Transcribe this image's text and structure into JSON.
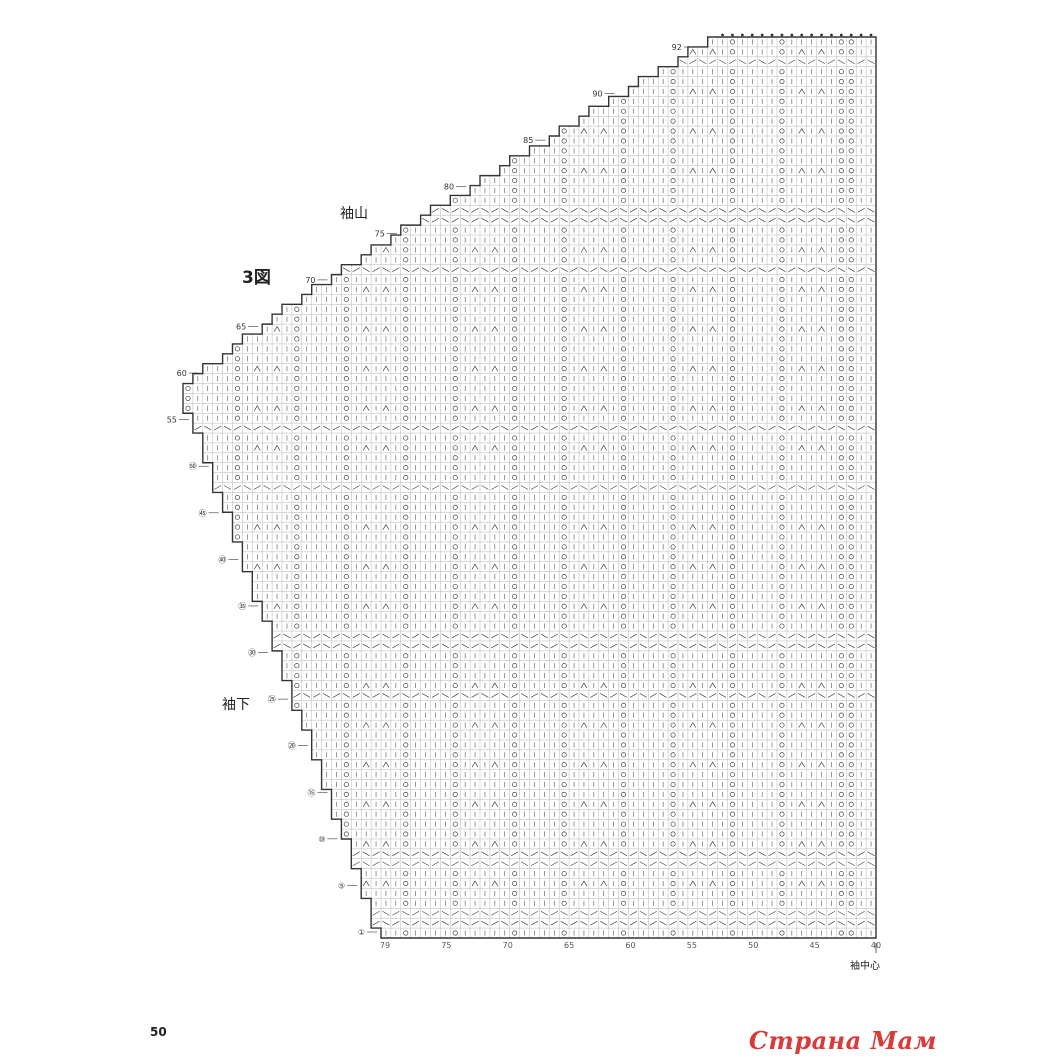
{
  "labels": {
    "figure_title": "3図",
    "sleeve_cap": "袖山",
    "underarm": "袖下",
    "sleeve_center": "袖中心",
    "page_number": "50",
    "watermark": "Страна Мам"
  },
  "chart_grid": {
    "bottom_tick_labels": [
      "79",
      "75",
      "70",
      "65",
      "60",
      "55",
      "50",
      "45",
      "40"
    ],
    "left_row_markers": [
      "①",
      "⑤",
      "⑩",
      "⑮",
      "⑳",
      "㉕",
      "㉚",
      "㉟",
      "㊵",
      "㊺",
      "㊿",
      "55",
      "60",
      "65",
      "70",
      "75",
      "80",
      "85",
      "90",
      "92"
    ]
  },
  "colors": {
    "grid_line": "#b5b5b5",
    "outline": "#333333",
    "symbol": "#444444",
    "watermark": "#d93a3a"
  }
}
